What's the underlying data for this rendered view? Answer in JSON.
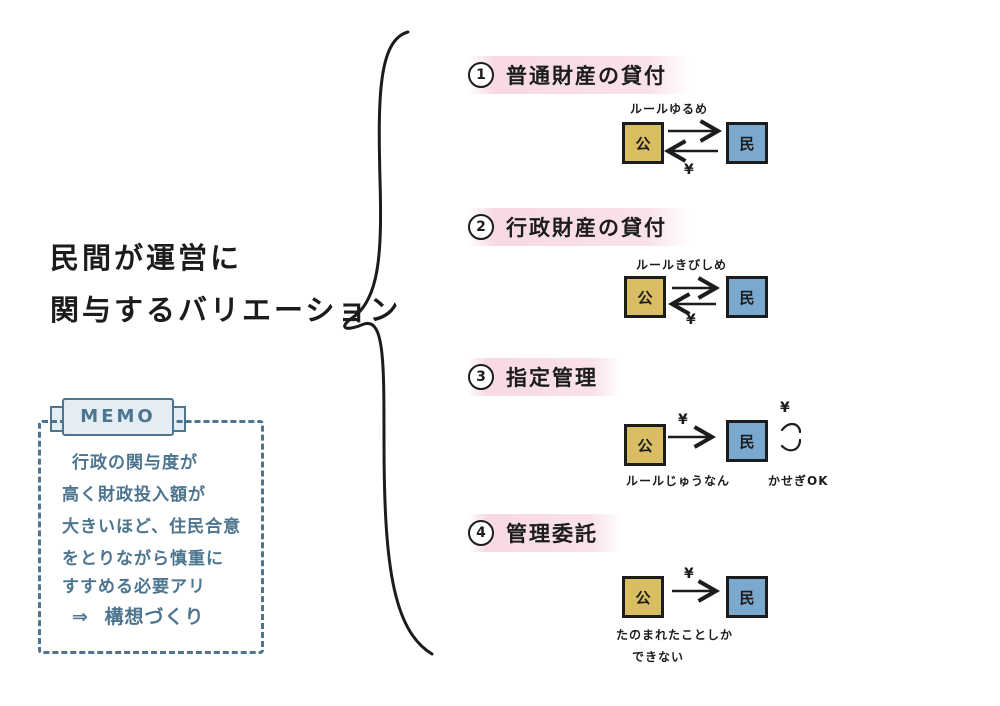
{
  "colors": {
    "public_box": "#d8bd63",
    "private_box": "#7ba8cd",
    "memo": "#4d7590",
    "highlight": "#eeaac3",
    "ink": "#1c1c1c"
  },
  "title": {
    "line1": "民間が運営に",
    "line2": "関与するバリエーション"
  },
  "memo": {
    "label": "MEMO",
    "lines": [
      "行政の関与度が",
      "高く財政投入額が",
      "大きいほど、住民合意",
      "をとりながら慎重に",
      "すすめる必要アリ"
    ],
    "arrow": "⇒",
    "conclusion": "構想づくり"
  },
  "sections": [
    {
      "num": "1",
      "title": "普通財産の貸付",
      "public": "公",
      "private": "民",
      "top_note": "ルールゆるめ",
      "yen": "¥"
    },
    {
      "num": "2",
      "title": "行政財産の貸付",
      "public": "公",
      "private": "民",
      "top_note": "ルールきびしめ",
      "yen": "¥"
    },
    {
      "num": "3",
      "title": "指定管理",
      "public": "公",
      "private": "民",
      "yen": "¥",
      "yen2": "¥",
      "bottom_note": "ルールじゅうなん",
      "bottom_note2": "かせぎOK"
    },
    {
      "num": "4",
      "title": "管理委託",
      "public": "公",
      "private": "民",
      "yen": "¥",
      "bottom_note": "たのまれたことしか",
      "bottom_note2": "できない"
    }
  ]
}
